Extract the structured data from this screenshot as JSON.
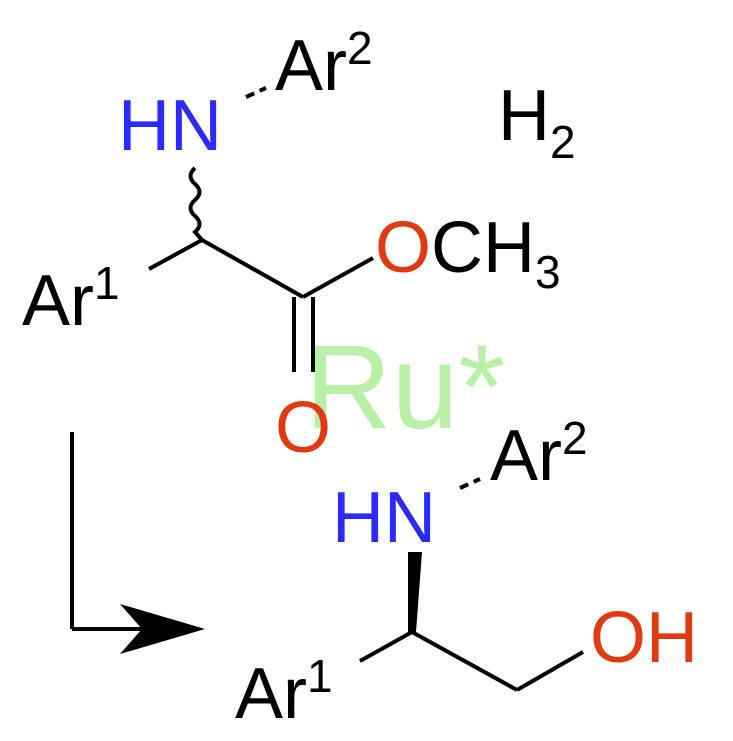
{
  "catalyst": {
    "text": "Ru*",
    "color": "#b8f0a8"
  },
  "reagent": {
    "main": "H",
    "subscript": "2"
  },
  "reactant": {
    "amine_h": "H",
    "amine_n": "N",
    "aryl2": "Ar",
    "aryl2_sup": "2",
    "aryl1": "Ar",
    "aryl1_sup": "1",
    "ester_o": "O",
    "ester_methyl": "CH",
    "ester_methyl_sub": "3",
    "carbonyl_o": "O"
  },
  "product": {
    "amine_h": "H",
    "amine_n": "N",
    "aryl2": "Ar",
    "aryl2_sup": "2",
    "aryl1": "Ar",
    "aryl1_sup": "1",
    "hydroxyl_o": "O",
    "hydroxyl_h": "H"
  },
  "colors": {
    "nitrogen": "#2b2bff",
    "oxygen": "#e03a12",
    "bond": "#000000",
    "text": "#000000"
  }
}
